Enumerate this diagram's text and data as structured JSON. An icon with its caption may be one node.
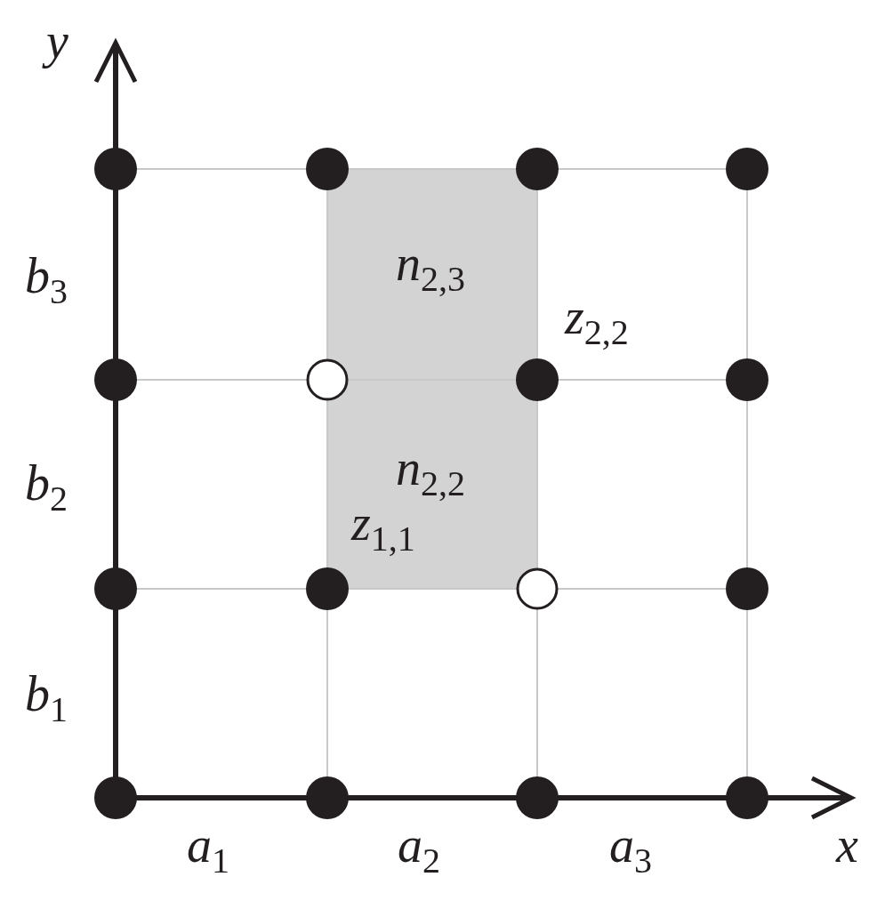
{
  "diagram": {
    "nodes": [
      {
        "text": [
          "*n*$_{2,3}$",
          "*n*$_{2,2}$",
          "*z*$_{1,1}$"
        ]
      }
    ],
    "labels": [
      "*y*",
      "*b*$_{3}$",
      "*z*$_{2,2}$",
      "*b*$_{2}$",
      "*b*$_{1}$",
      "*a*$_{1}$",
      "*a*$_{2}$",
      "*a*$_{3}$",
      "*x*"
    ]
  }
}
